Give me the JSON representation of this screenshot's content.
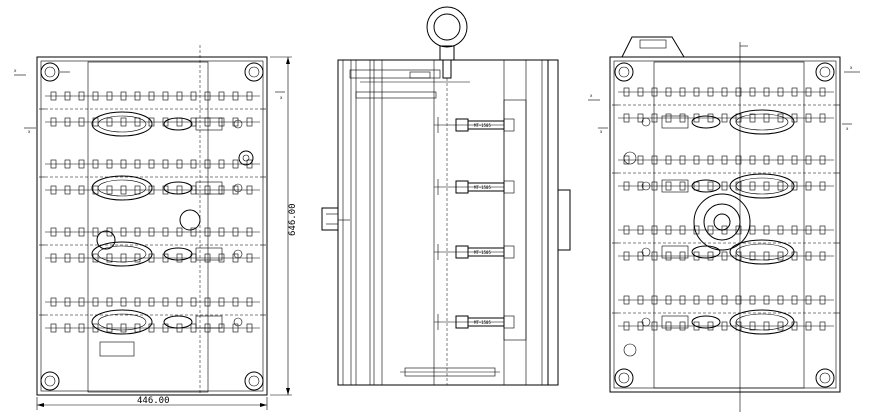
{
  "dimensions": {
    "width_label": "446.00",
    "height_label": "646.00"
  },
  "part_labels": [
    "MT-1505",
    "MT-1505",
    "MT-1505",
    "MT-1505"
  ],
  "colors": {
    "line": "#000000",
    "background": "#ffffff"
  }
}
